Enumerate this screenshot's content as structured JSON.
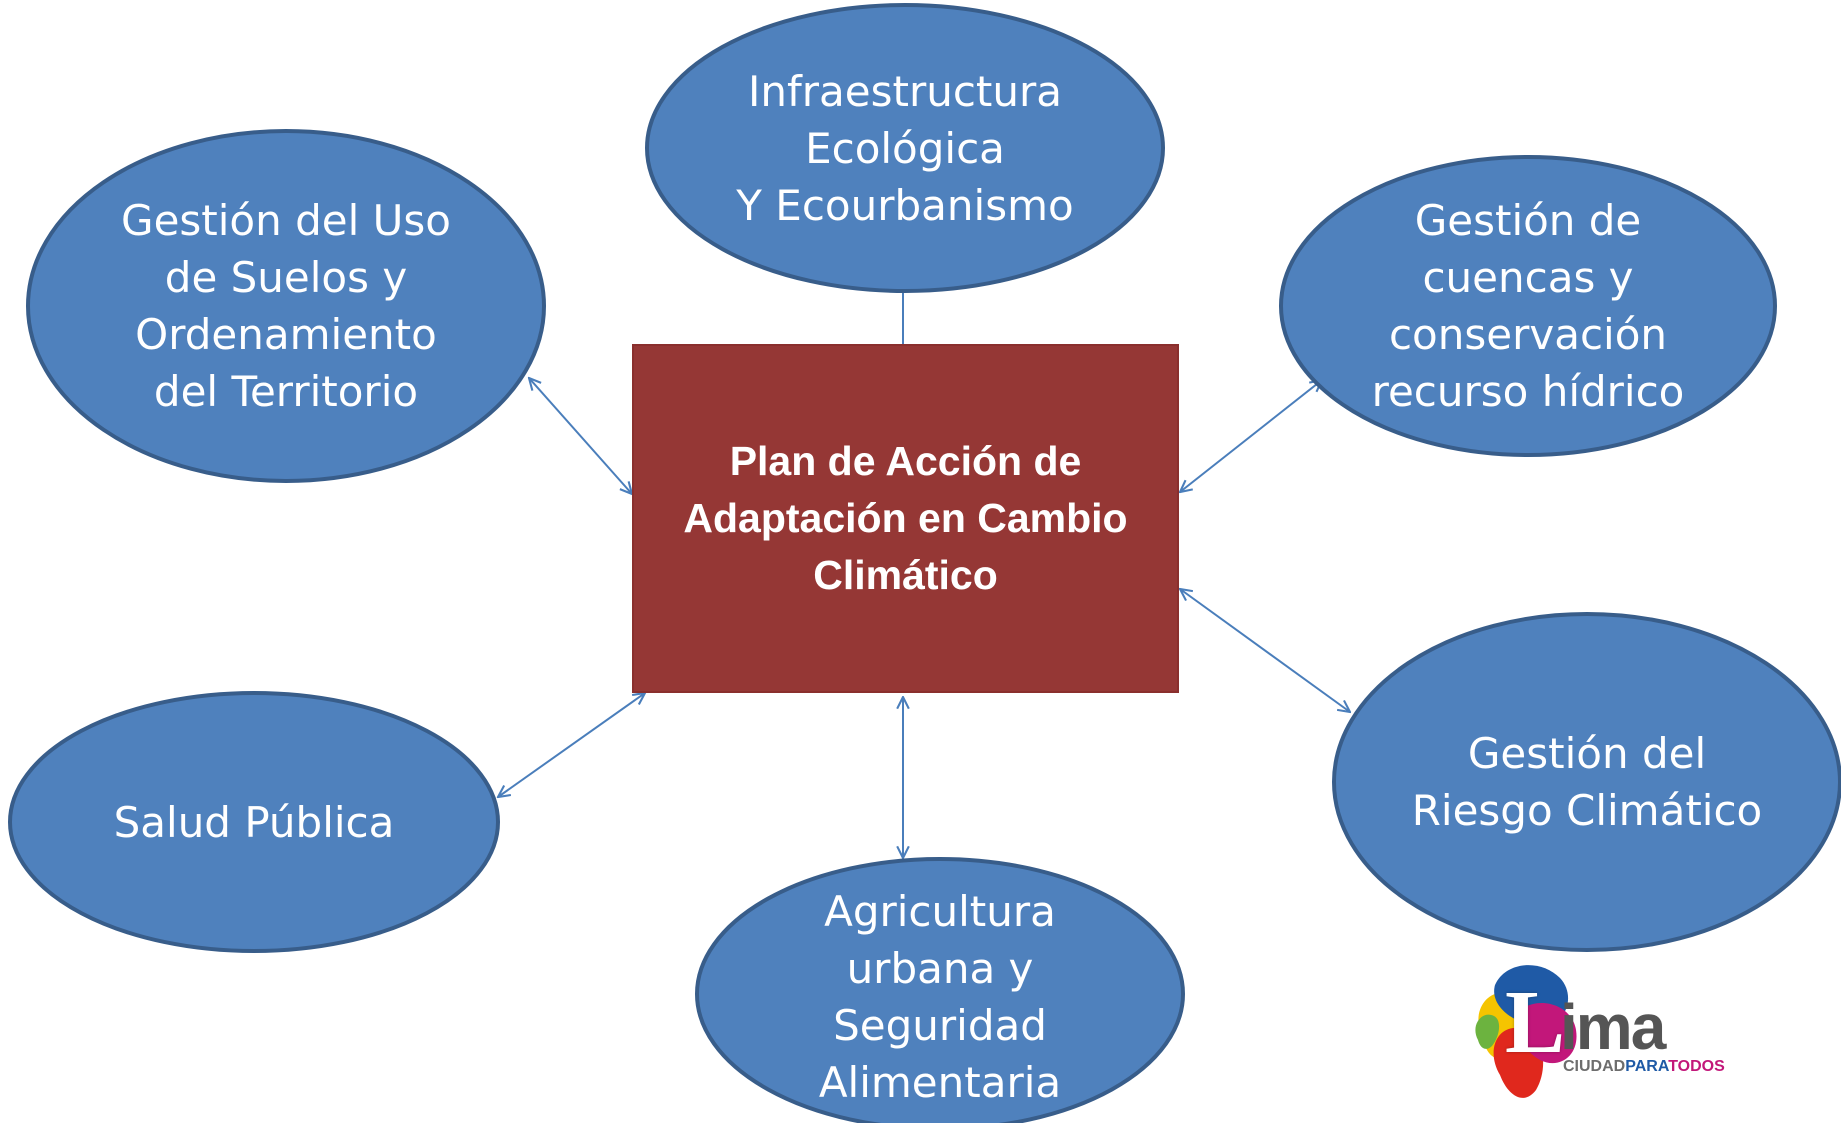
{
  "center": {
    "lines": [
      "Plan de Acción de",
      "Adaptación en Cambio",
      "Climático"
    ],
    "fill": "#953735"
  },
  "nodes": {
    "infraestructura": {
      "lines": [
        "Infraestructura",
        "Ecológica",
        "Y Ecourbanismo"
      ]
    },
    "suelos": {
      "lines": [
        "Gestión del Uso",
        "de Suelos y",
        "Ordenamiento",
        "del Territorio"
      ]
    },
    "cuencas": {
      "lines": [
        "Gestión de",
        "cuencas y",
        "conservación",
        "recurso hídrico"
      ]
    },
    "salud": {
      "lines": [
        "Salud Pública"
      ]
    },
    "riesgo": {
      "lines": [
        "Gestión del",
        "Riesgo Climático"
      ]
    },
    "agricultura": {
      "lines": [
        "Agricultura",
        "urbana y",
        "Seguridad",
        "Alimentaria"
      ]
    }
  },
  "colors": {
    "ellipse_fill": "#4f81bd",
    "ellipse_stroke": "#385d8a",
    "connector": "#4a7ebb",
    "text": "#ffffff"
  },
  "logo": {
    "word": "ima",
    "initial": "L",
    "tagline_a": "CIUDAD",
    "tagline_b": "PARA",
    "tagline_c": "TODOS"
  }
}
